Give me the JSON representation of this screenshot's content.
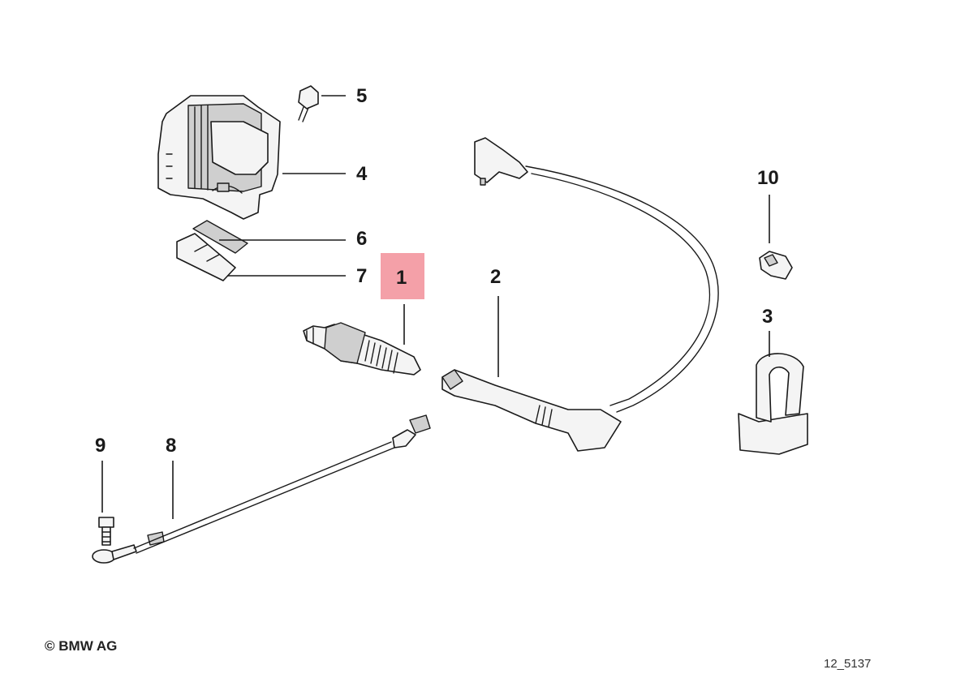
{
  "diagram": {
    "callouts": [
      {
        "id": "1",
        "label": "1",
        "highlight_color": "#f4a0a8"
      },
      {
        "id": "2",
        "label": "2"
      },
      {
        "id": "3",
        "label": "3"
      },
      {
        "id": "4",
        "label": "4"
      },
      {
        "id": "5",
        "label": "5"
      },
      {
        "id": "6",
        "label": "6"
      },
      {
        "id": "7",
        "label": "7"
      },
      {
        "id": "8",
        "label": "8"
      },
      {
        "id": "9",
        "label": "9"
      },
      {
        "id": "10",
        "label": "10"
      }
    ],
    "parts": [
      {
        "id": "ignition-coil-icon"
      },
      {
        "id": "screw-icon"
      },
      {
        "id": "gasket-icon"
      },
      {
        "id": "spacer-plate-icon"
      },
      {
        "id": "spark-plug-icon"
      },
      {
        "id": "ignition-lead-icon"
      },
      {
        "id": "holder-icon"
      },
      {
        "id": "clip-icon"
      },
      {
        "id": "ground-wire-icon"
      },
      {
        "id": "bolt-icon"
      }
    ]
  },
  "footer": {
    "copyright_symbol": "©",
    "copyright": "BMW AG",
    "diagram_code": "12_5137"
  }
}
